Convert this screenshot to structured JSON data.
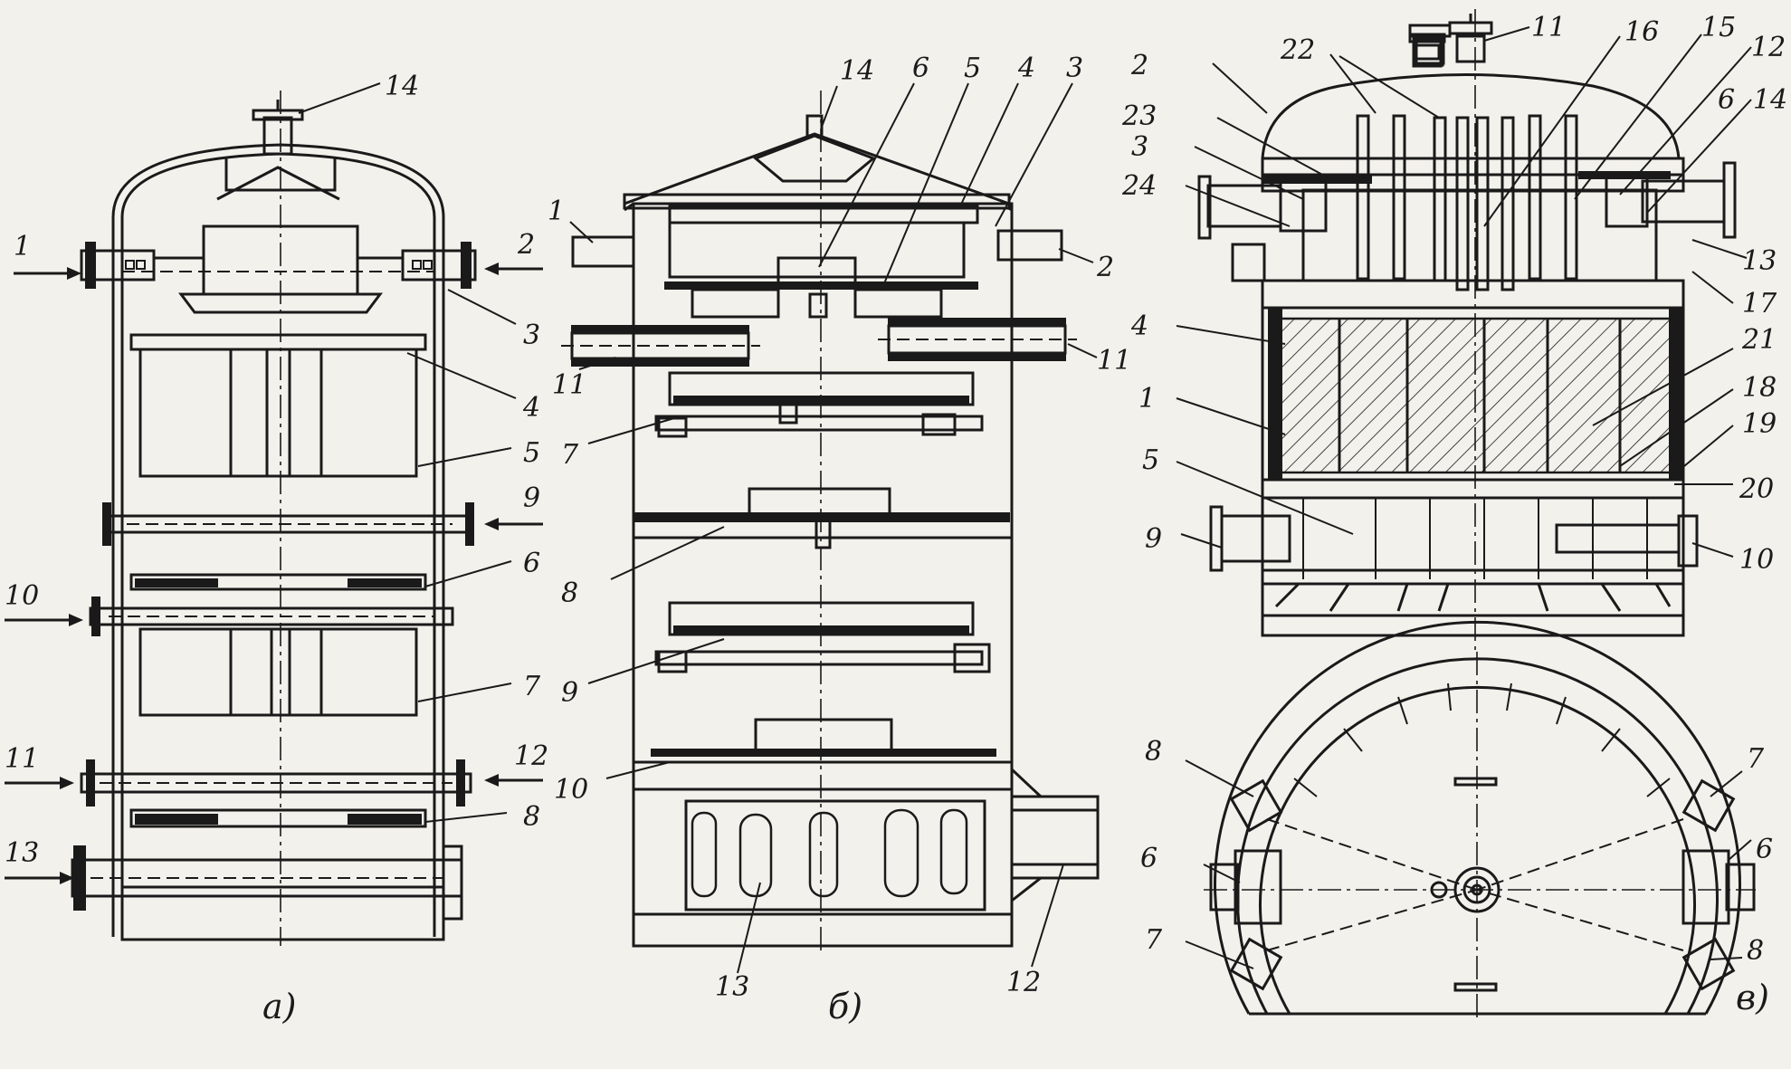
{
  "figure_a": {
    "caption": "а)",
    "labels": [
      "1",
      "2",
      "3",
      "4",
      "5",
      "6",
      "7",
      "8",
      "9",
      "10",
      "11",
      "12",
      "13",
      "14"
    ]
  },
  "figure_b": {
    "caption": "б)",
    "labels": [
      "1",
      "2",
      "3",
      "4",
      "5",
      "6",
      "7",
      "8",
      "9",
      "10",
      "11",
      "11",
      "12",
      "13",
      "14"
    ]
  },
  "figure_c": {
    "caption": "в)",
    "labels": [
      "1",
      "2",
      "3",
      "4",
      "5",
      "6",
      "9",
      "10",
      "11",
      "12",
      "13",
      "14",
      "15",
      "16",
      "17",
      "18",
      "19",
      "20",
      "21",
      "22",
      "23",
      "24"
    ],
    "plan_labels": [
      "6",
      "6",
      "7",
      "7",
      "8",
      "8"
    ]
  }
}
